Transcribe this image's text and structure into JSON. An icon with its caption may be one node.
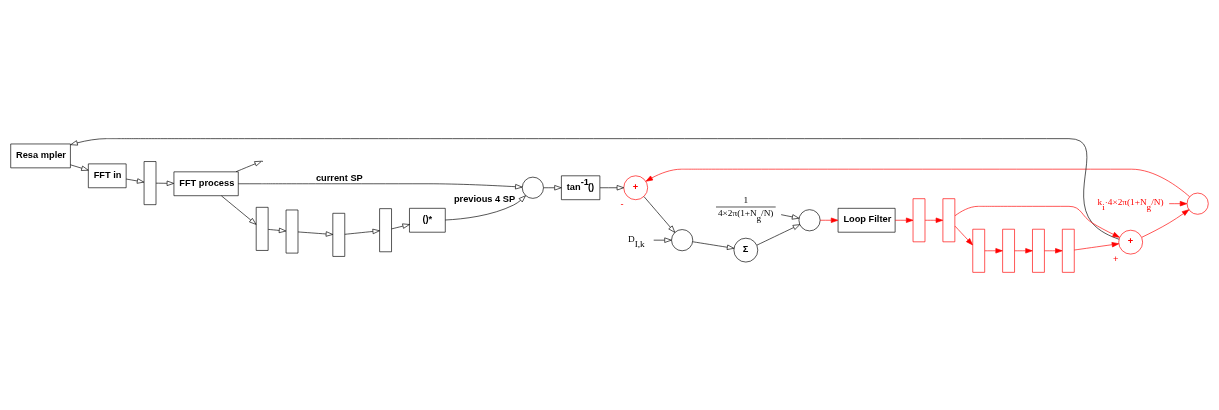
{
  "diagram": {
    "nodes": [
      {
        "text": [
          "Resa mpler"
        ]
      },
      {
        "text": [
          "FFT in"
        ]
      },
      {
        "text": [],
        "shape": "bar"
      },
      {
        "text": [
          "FFT process"
        ]
      },
      {
        "text": [],
        "shape": "bar"
      },
      {
        "text": [],
        "shape": "bar"
      },
      {
        "text": [],
        "shape": "bar"
      },
      {
        "text": [],
        "shape": "bar"
      },
      {
        "text": [
          "()*"
        ]
      },
      {
        "text": [],
        "shape": "circle"
      },
      {
        "text": [
          "tan$^{-1}$()"
        ]
      },
      {
        "text": [
          "+"
        ],
        "beside": [
          "-"
        ]
      },
      {
        "text": [],
        "shape": "circle"
      },
      {
        "text": [
          "D$_{I,k}$"
        ]
      },
      {
        "text": [
          "Σ"
        ]
      },
      {
        "text": [],
        "shape": "circle"
      },
      {
        "text": [
          "1",
          "4×2π(1+N$_{g}$/N)"
        ]
      },
      {
        "text": [
          "Loop Filter"
        ]
      },
      {
        "text": [],
        "shape": "circle"
      },
      {
        "text": [
          "k$_{i}$·4×2π(1+N$_{g}$/N)"
        ]
      },
      {
        "text": [
          "+"
        ],
        "beside": [
          "+"
        ]
      },
      {
        "text": [],
        "shape": "bar"
      },
      {
        "text": [],
        "shape": "bar"
      },
      {
        "text": [],
        "shape": "bar"
      },
      {
        "text": [],
        "shape": "bar"
      },
      {
        "text": [],
        "shape": "bar"
      },
      {
        "text": [],
        "shape": "bar"
      }
    ],
    "edges": [
      {
        "from": 0,
        "to": 1,
        "arrow": "to"
      },
      {
        "from": 1,
        "to": 2,
        "arrow": "to"
      },
      {
        "from": 2,
        "to": 3,
        "arrow": "to"
      },
      {
        "from": 3,
        "to": null,
        "arrow": "to"
      },
      {
        "from": 3,
        "to": 9,
        "arrow": "to",
        "label": "current SP"
      },
      {
        "from": 3,
        "to": 4,
        "arrow": "to"
      },
      {
        "from": 4,
        "to": 5,
        "arrow": "to"
      },
      {
        "from": 5,
        "to": 6,
        "arrow": "to"
      },
      {
        "from": 6,
        "to": 7,
        "arrow": "to"
      },
      {
        "from": 7,
        "to": 8,
        "arrow": "to"
      },
      {
        "from": 8,
        "to": 9,
        "arrow": "to",
        "label": "previous 4 SP"
      },
      {
        "from": 9,
        "to": 10,
        "arrow": "to"
      },
      {
        "from": 10,
        "to": 11,
        "arrow": "to"
      },
      {
        "from": 11,
        "to": 12,
        "arrow": "to"
      },
      {
        "from": 13,
        "to": 12,
        "arrow": "to"
      },
      {
        "from": 12,
        "to": 14,
        "arrow": "to"
      },
      {
        "from": 14,
        "to": 15,
        "arrow": "to"
      },
      {
        "from": 16,
        "to": 15,
        "arrow": "to"
      },
      {
        "from": 15,
        "to": 17,
        "arrow": "to",
        "color": "#ff0000"
      },
      {
        "from": 17,
        "to": 26,
        "arrow": "to",
        "color": "#ff0000"
      },
      {
        "from": 26,
        "to": 25,
        "arrow": "to",
        "color": "#ff0000"
      },
      {
        "from": 25,
        "to": 24,
        "arrow": "to",
        "color": "#ff0000"
      },
      {
        "from": 24,
        "to": 23,
        "arrow": "to",
        "color": "#ff0000"
      },
      {
        "from": 23,
        "to": 22,
        "arrow": "to",
        "color": "#ff0000"
      },
      {
        "from": 22,
        "to": 21,
        "arrow": "to",
        "color": "#ff0000"
      },
      {
        "from": 21,
        "to": 20,
        "arrow": "to",
        "color": "#ff0000"
      },
      {
        "from": 25,
        "to": 20,
        "arrow": "to",
        "color": "#ff0000"
      },
      {
        "from": 20,
        "to": 18,
        "arrow": "to",
        "color": "#ff0000"
      },
      {
        "from": 19,
        "to": 18,
        "arrow": "to",
        "color": "#ff0000"
      },
      {
        "from": 18,
        "to": 11,
        "arrow": "to",
        "color": "#ff0000"
      },
      {
        "from": 20,
        "to": 0,
        "arrow": "to"
      }
    ]
  }
}
